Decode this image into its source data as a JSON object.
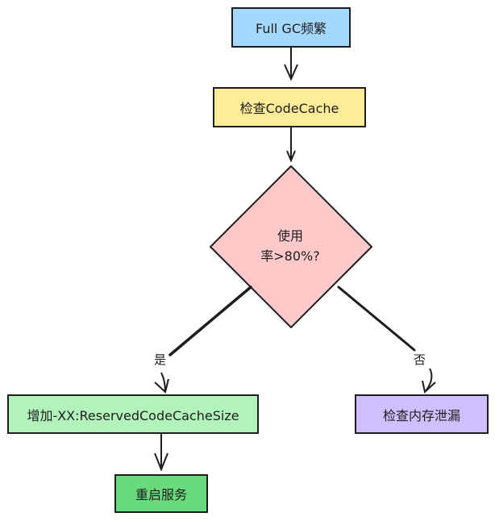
{
  "diagram": {
    "type": "flowchart",
    "nodes": {
      "start": {
        "label": "Full GC频繁",
        "shape": "rectangle",
        "fill": "#a5d8ff"
      },
      "check_codecache": {
        "label": "检查CodeCache",
        "shape": "rectangle",
        "fill": "#ffec99"
      },
      "decision": {
        "line1": "使用",
        "line2": "率>80%?",
        "shape": "diamond",
        "fill": "#ffc9c9"
      },
      "increase": {
        "label": "增加-XX:ReservedCodeCacheSize",
        "shape": "rectangle",
        "fill": "#b2f2bb"
      },
      "check_leak": {
        "label": "检查内存泄漏",
        "shape": "rectangle",
        "fill": "#d0bfff"
      },
      "restart": {
        "label": "重启服务",
        "shape": "rectangle",
        "fill": "#69db7c"
      }
    },
    "edges": [
      {
        "from": "start",
        "to": "check_codecache",
        "label": ""
      },
      {
        "from": "check_codecache",
        "to": "decision",
        "label": ""
      },
      {
        "from": "decision",
        "to": "increase",
        "label": "是"
      },
      {
        "from": "decision",
        "to": "check_leak",
        "label": "否"
      },
      {
        "from": "increase",
        "to": "restart",
        "label": ""
      }
    ],
    "stroke_color": "#1e1e1e"
  }
}
